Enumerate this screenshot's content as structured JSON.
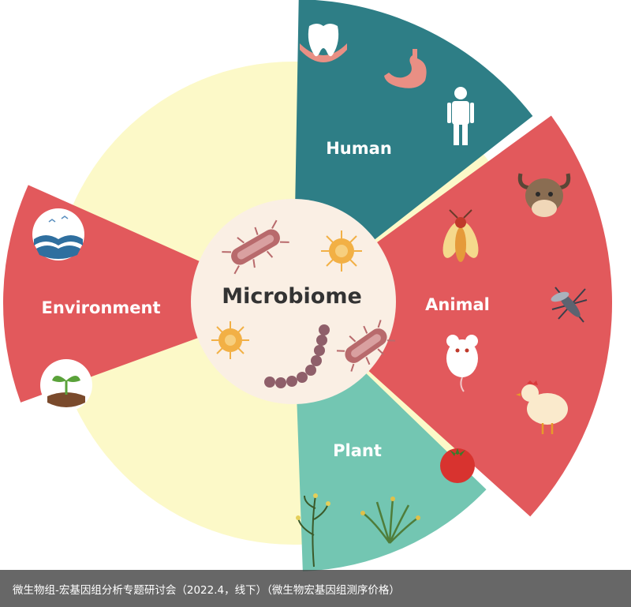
{
  "center": {
    "label": "Microbiome"
  },
  "segments": [
    {
      "id": "human",
      "label": "Human",
      "icons": [
        "tooth-icon",
        "stomach-icon",
        "human-figure-icon"
      ]
    },
    {
      "id": "animal",
      "label": "Animal",
      "icons": [
        "yak-icon",
        "fly-icon",
        "mosquito-icon",
        "mouse-icon",
        "chicken-icon"
      ]
    },
    {
      "id": "plant",
      "label": "Plant",
      "icons": [
        "tomato-icon",
        "grass-icon",
        "weed-icon"
      ]
    },
    {
      "id": "environment",
      "label": "Environment",
      "icons": [
        "ocean-icon",
        "seedling-icon"
      ]
    }
  ],
  "microbe_icons": [
    "rod-bacterium-icon",
    "coccus-bacterium-icon",
    "chain-bacterium-icon"
  ],
  "colors": {
    "background_disc": "#fcf9c8",
    "human": "#2e7e86",
    "animal": "#e2595c",
    "plant": "#73c6b2",
    "environment": "#e2595c",
    "center_disc": "#faefe4",
    "bacterium_rod": "#b86a6c",
    "bacterium_round": "#f2b045"
  },
  "caption": "微生物组-宏基因组分析专题研讨会（2022.4，线下）（微生物宏基因组测序价格）"
}
